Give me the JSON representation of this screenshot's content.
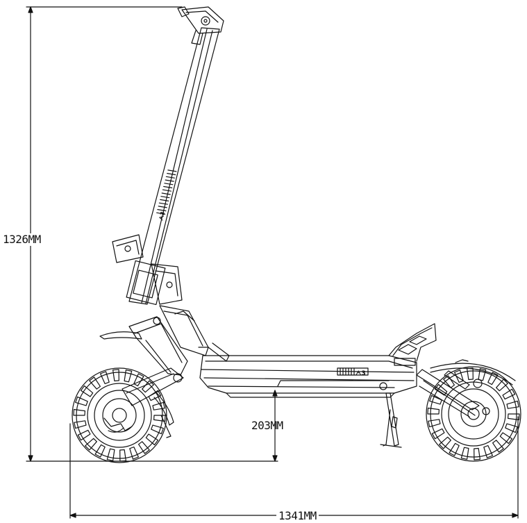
{
  "dimensions": {
    "overall_height": "1326MM",
    "ground_clearance": "203MM",
    "overall_length": "1341MM"
  },
  "colors": {
    "line": "#111111",
    "background": "#ffffff"
  },
  "deck_logo_left": "ᗅ3",
  "deck_logo_right": "ᗅ3"
}
